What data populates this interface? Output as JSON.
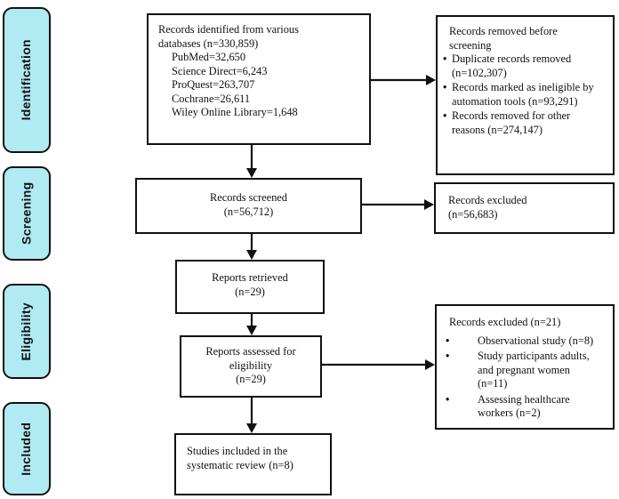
{
  "diagram": {
    "type": "prisma-flow-diagram",
    "stages": [
      {
        "label": "Identification"
      },
      {
        "label": "Screening"
      },
      {
        "label": "Eligibility"
      },
      {
        "label": "Included"
      }
    ],
    "boxes": {
      "records_identified": {
        "title_line1": "Records identified from various",
        "title_line2": "databases (n=330,859)",
        "databases": [
          "PubMed=32,650",
          "Science Direct=6,243",
          "ProQuest=263,707",
          "Cochrane=26,611",
          "Wiley Online Library=1,648"
        ]
      },
      "records_removed": {
        "title": "Records removed before screening",
        "bullets": [
          "Duplicate records removed (n=102,307)",
          "Records marked as ineligible by automation tools (n=93,291)",
          "Records removed for other reasons (n=274,147)"
        ]
      },
      "records_screened": {
        "line1": "Records screened",
        "line2": "(n=56,712)"
      },
      "records_excluded_screening": {
        "line1": "Records excluded",
        "line2": "(n=56,683)"
      },
      "reports_retrieved": {
        "line1": "Reports retrieved",
        "line2": "(n=29)"
      },
      "reports_assessed": {
        "line1": "Reports assessed for",
        "line2": "eligibility",
        "line3": "(n=29)"
      },
      "records_excluded_eligibility": {
        "title": "Records excluded (n=21)",
        "bullets": [
          "Observational study (n=8)",
          "Study participants adults, and pregnant women (n=11)",
          "Assessing healthcare workers (n=2)"
        ]
      },
      "studies_included": {
        "line1": "Studies included in the",
        "line2": "systematic review (n=8)"
      }
    },
    "colors": {
      "stage_fill": "#B0EAF3",
      "border": "#111111"
    }
  }
}
